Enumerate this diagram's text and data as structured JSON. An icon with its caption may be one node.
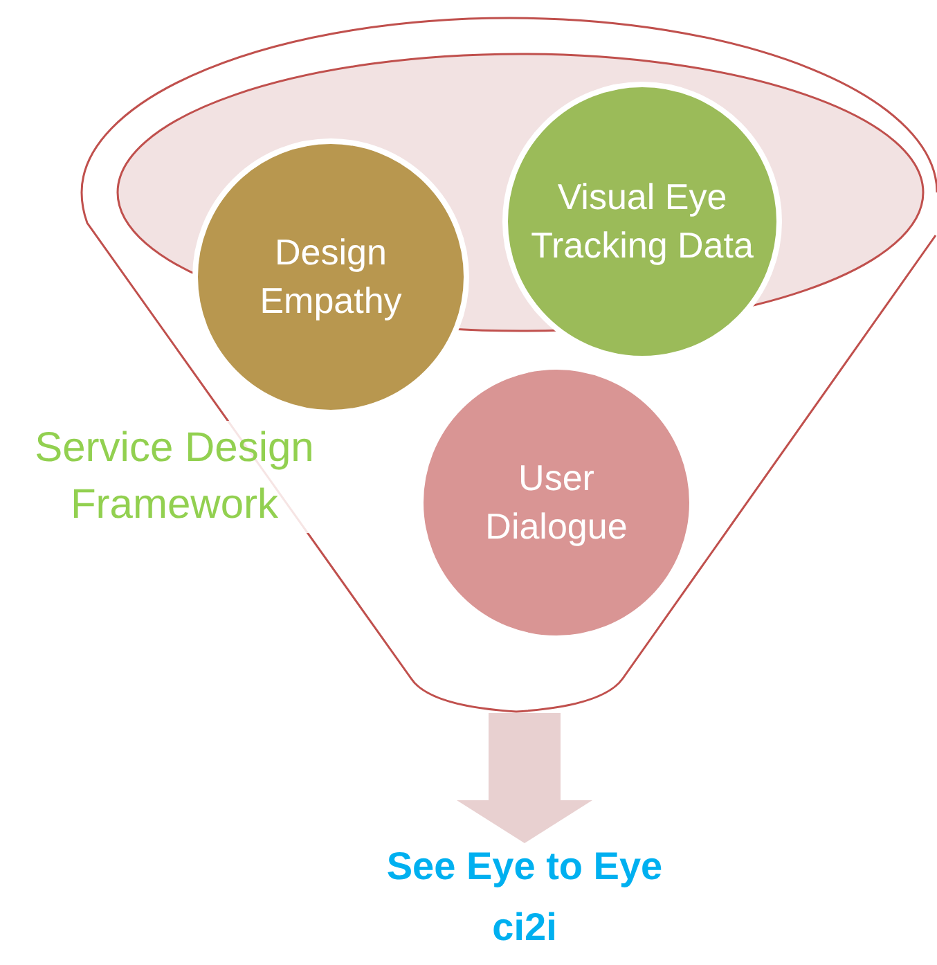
{
  "diagram": {
    "nodes": [
      {
        "text": [],
        "shape": "funnel"
      },
      {
        "text": [
          "Design Empathy"
        ],
        "in": 0
      },
      {
        "text": [
          "Visual Eye Tracking Data"
        ],
        "in": 0
      },
      {
        "text": [
          "User Dialogue"
        ],
        "in": 0
      },
      {
        "text": [
          "See Eye to Eye",
          "ci2i"
        ]
      }
    ],
    "edges": [
      {
        "from": 0,
        "to": 4,
        "arrow": "to",
        "color": "#e8d0d0"
      }
    ],
    "labels": [
      "Service Design Framework"
    ]
  }
}
